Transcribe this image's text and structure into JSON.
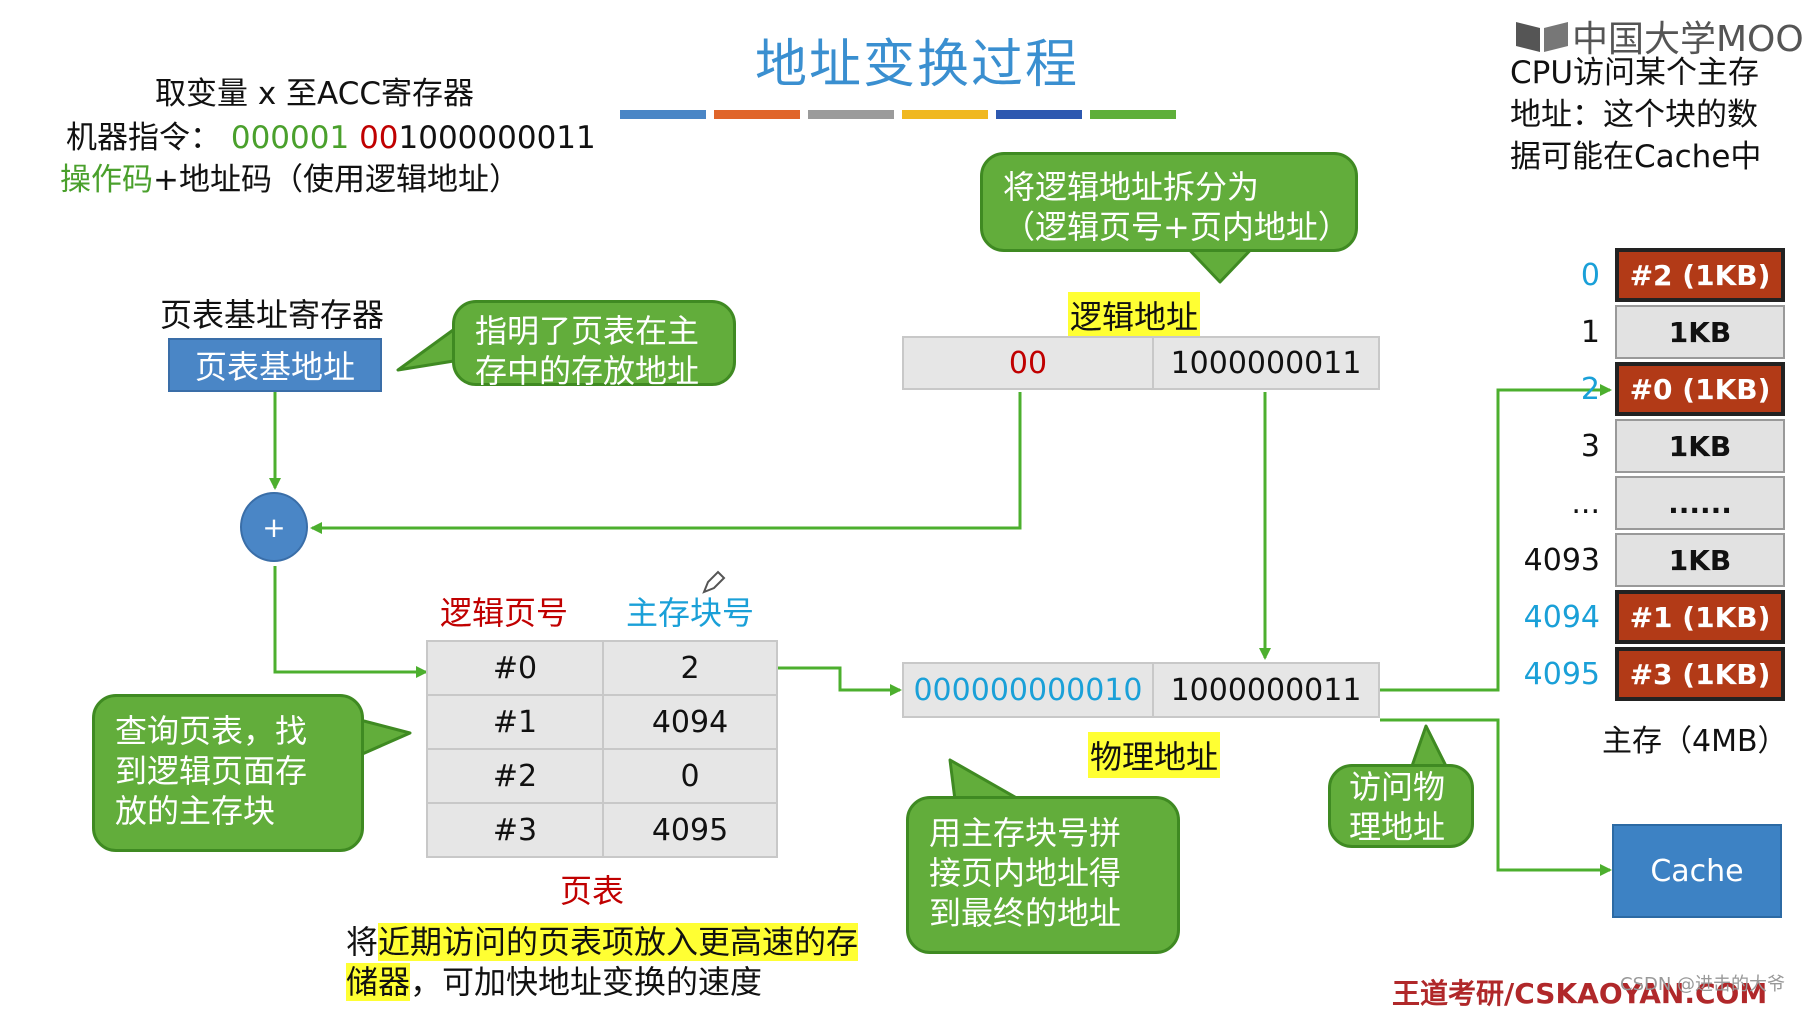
{
  "title": "地址变换过程",
  "logo": "中国大学MOOC",
  "intro": {
    "line1": "取变量 x 至ACC寄存器",
    "line2_label": "机器指令：",
    "line2_opcode": "000001",
    "line2_addr_red": "00",
    "line2_addr_rest": "1000000011",
    "line3_opcode": "操作码",
    "line3_rest": "+地址码（使用逻辑地址）"
  },
  "cpu_note": [
    "CPU访问某个主存",
    "地址：这个块的数",
    "据可能在Cache中"
  ],
  "page_table_register": {
    "label": "页表基址寄存器",
    "box": "页表基地址"
  },
  "callouts": {
    "register": [
      "指明了页表在主",
      "存中的存放地址"
    ],
    "split": [
      "将逻辑地址拆分为",
      "（逻辑页号+页内地址）"
    ],
    "lookup": [
      "查询页表，找",
      "到逻辑页面存",
      "放的主存块"
    ],
    "concat": [
      "用主存块号拼",
      "接页内地址得",
      "到最终的地址"
    ],
    "access": [
      "访问物",
      "理地址"
    ]
  },
  "logical_address": {
    "label": "逻辑地址",
    "page": "00",
    "offset": "1000000011"
  },
  "adder_symbol": "+",
  "page_table": {
    "header_page": "逻辑页号",
    "header_block": "主存块号",
    "caption": "页表",
    "rows": [
      {
        "page": "#0",
        "block": "2"
      },
      {
        "page": "#1",
        "block": "4094"
      },
      {
        "page": "#2",
        "block": "0"
      },
      {
        "page": "#3",
        "block": "4095"
      }
    ]
  },
  "physical_address": {
    "label": "物理地址",
    "block": "000000000010",
    "offset": "1000000011"
  },
  "memory": {
    "caption": "主存（4MB）",
    "rows": [
      {
        "index": "0",
        "content": "#2 (1KB)",
        "style": "dark",
        "index_color": "blue"
      },
      {
        "index": "1",
        "content": "1KB",
        "style": "light",
        "index_color": "black"
      },
      {
        "index": "2",
        "content": "#0 (1KB)",
        "style": "dark",
        "index_color": "blue"
      },
      {
        "index": "3",
        "content": "1KB",
        "style": "light",
        "index_color": "black"
      },
      {
        "index": "...",
        "content": "......",
        "style": "light",
        "index_color": "black"
      },
      {
        "index": "4093",
        "content": "1KB",
        "style": "light",
        "index_color": "black"
      },
      {
        "index": "4094",
        "content": "#1 (1KB)",
        "style": "dark",
        "index_color": "blue"
      },
      {
        "index": "4095",
        "content": "#3 (1KB)",
        "style": "dark",
        "index_color": "blue"
      }
    ]
  },
  "cache_label": "Cache",
  "bottom_note": {
    "pre": "将",
    "hl1": "近期访问的页表项放入更高速的",
    "hl2": "存储器",
    "post": "，可加快地址变换的速度"
  },
  "footer": "王道考研/CSKAOYAN.COM",
  "watermark": "CSDN @进击的大爷",
  "colors": {
    "title": "#3a8fd0",
    "callout": "#62ad3b",
    "arrow": "#4caf2e",
    "register_box": "#4a86c6",
    "memory_highlight": "#b23a17",
    "cache_box": "#3d82c4"
  }
}
